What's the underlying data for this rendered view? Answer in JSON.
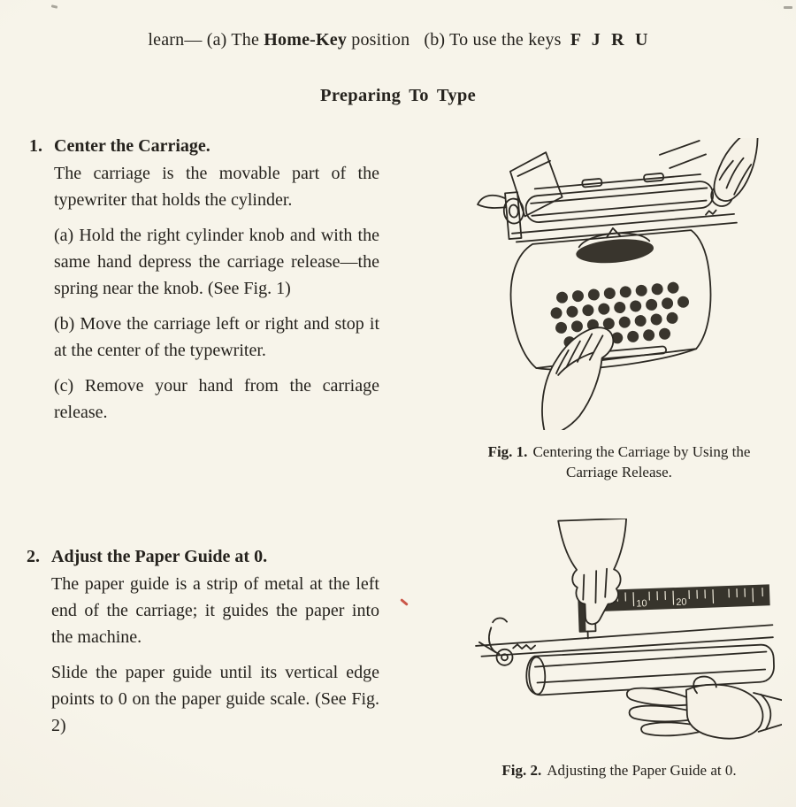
{
  "intro": {
    "part1": "learn— (a) The",
    "bold1": "Home-Key",
    "part2": "position",
    "part3": "(b) To use the keys",
    "bold2": "F J R U"
  },
  "heading": "Preparing To Type",
  "sections": [
    {
      "number": "1.",
      "title": "Center the Carriage.",
      "paragraphs": [
        "The carriage is the movable part of the typewriter that holds the cylinder.",
        "(a) Hold the right cylinder knob and with the same hand depress the carriage release—the spring near the knob. (See Fig. 1)",
        "(b) Move the carriage left or right and stop it at the center of the typewriter.",
        "(c) Remove your hand from the carriage release."
      ]
    },
    {
      "number": "2.",
      "title": "Adjust the Paper Guide at 0.",
      "paragraphs": [
        "The paper guide is a strip of metal at the left end of the carriage; it guides the paper into the machine.",
        "Slide the paper guide until its vertical edge points to 0 on the paper guide scale. (See Fig. 2)"
      ]
    }
  ],
  "figures": [
    {
      "label": "Fig. 1.",
      "caption": "Centering the Carriage by Using the Carriage Release."
    },
    {
      "label": "Fig. 2.",
      "caption": "Adjusting the Paper Guide at 0.",
      "scale_labels": [
        "10",
        "20"
      ]
    }
  ],
  "colors": {
    "paper": "#f6f2e7",
    "ink": "#25221d",
    "red_mark": "#c23a2c"
  }
}
